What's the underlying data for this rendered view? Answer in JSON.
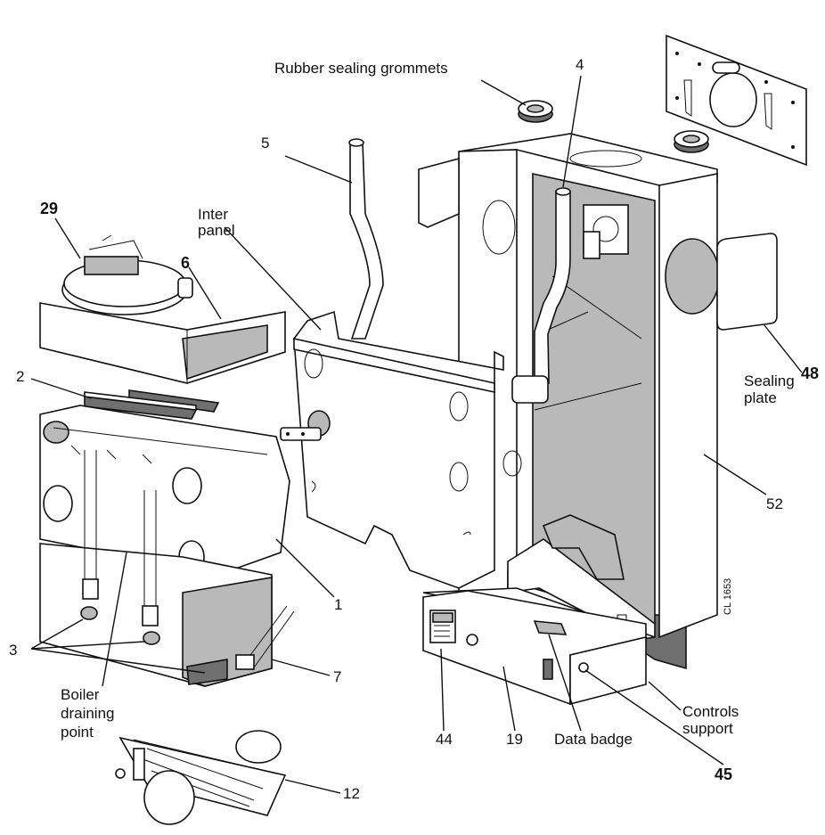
{
  "labels": {
    "rubber_grommets": "Rubber sealing grommets",
    "n4": "4",
    "n5": "5",
    "n29": "29",
    "inter_panel_1": "Inter",
    "inter_panel_2": "panel",
    "n6": "6",
    "n2": "2",
    "sealing_1": "Sealing",
    "n48": "48",
    "sealing_2": "plate",
    "n52": "52",
    "n1": "1",
    "n3": "3",
    "n7": "7",
    "boiler_1": "Boiler",
    "boiler_2": "draining",
    "boiler_3": "point",
    "controls_1": "Controls",
    "controls_2": "support",
    "n45": "45",
    "n44": "44",
    "n19": "19",
    "data_badge": "Data badge",
    "n12": "12",
    "ref_code": "CL 1653"
  }
}
